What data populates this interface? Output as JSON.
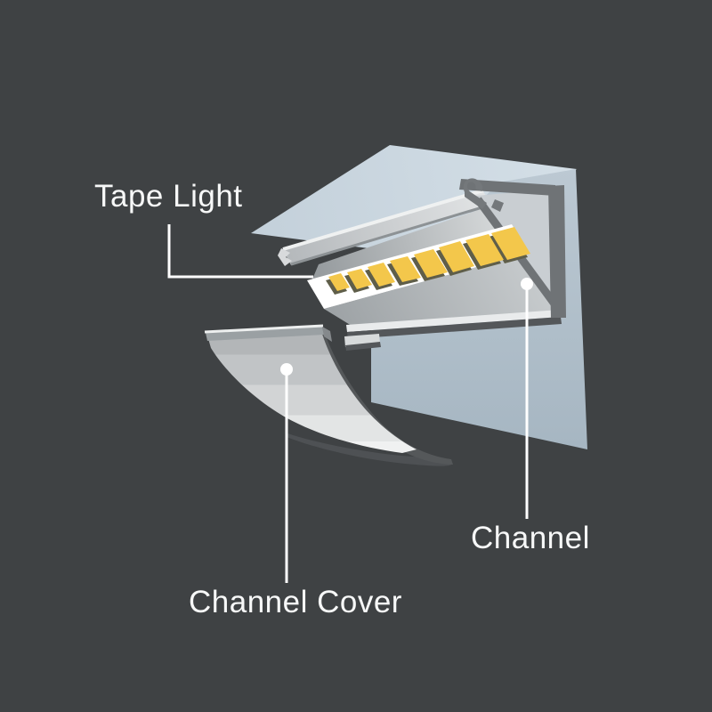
{
  "labels": {
    "tape_light": "Tape Light",
    "channel": "Channel",
    "channel_cover": "Channel Cover"
  },
  "colors": {
    "background": "#3f4244",
    "ceiling_surface": "#ccd8e1",
    "wall_surface": "#b3c2cc",
    "metal_light": "#e2e4e5",
    "metal_mid": "#aeb3b6",
    "metal_dark_outline": "#6f7376",
    "pcb_white": "#ffffff",
    "led_yellow": "#f3c74b",
    "led_bevel_shadow": "#5f5e49",
    "cover_edge_dark": "#55585a",
    "cover_shadow": "#4e5154",
    "leader_line": "#ffffff",
    "label_text": "#f7f8f8"
  }
}
